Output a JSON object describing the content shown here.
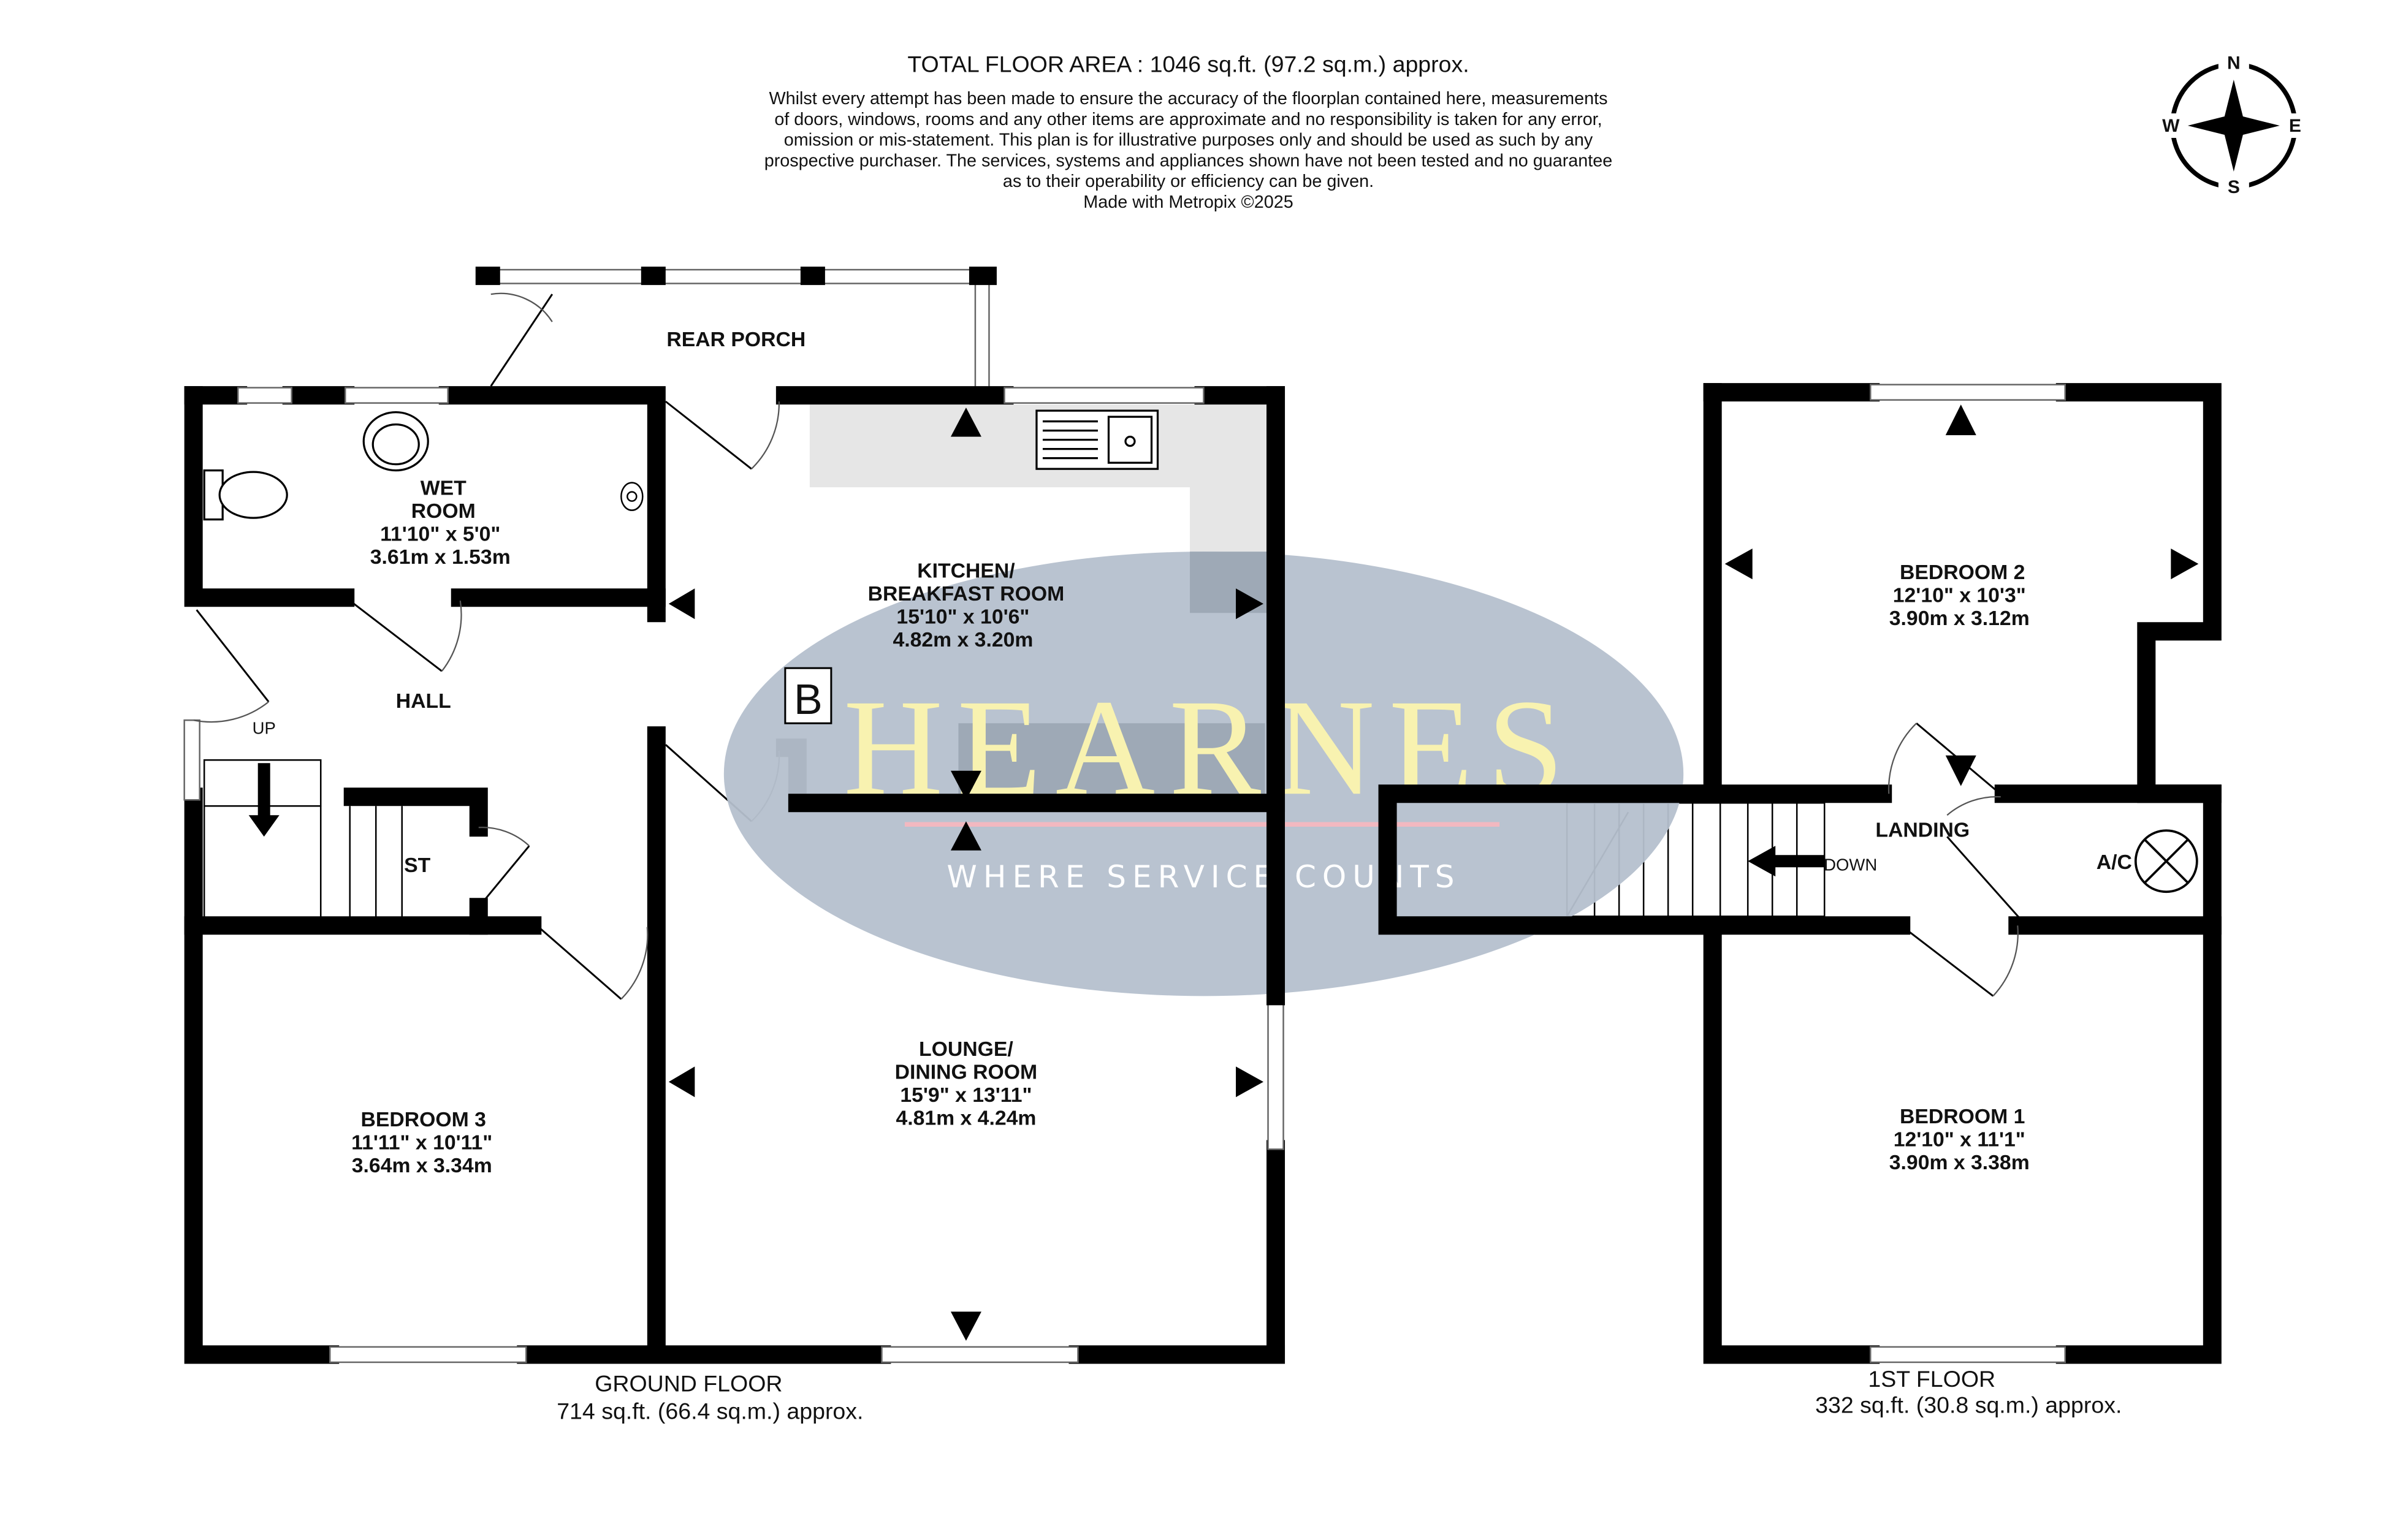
{
  "header": {
    "total_area": "TOTAL FLOOR AREA : 1046 sq.ft. (97.2 sq.m.) approx.",
    "disclaimer": [
      "Whilst every attempt has been made to ensure the accuracy of the floorplan contained here, measurements",
      "of doors, windows, rooms and any other items are approximate and no responsibility is taken for any error,",
      "omission or mis-statement. This plan is for illustrative purposes only and should be used as such by any",
      "prospective purchaser. The services, systems and appliances shown have not been tested and no guarantee",
      "as to their operability or efficiency can be given."
    ],
    "credit": "Made with Metropix ©2025"
  },
  "compass": {
    "n": "N",
    "s": "S",
    "e": "E",
    "w": "W"
  },
  "watermark": {
    "brand": "HEARNES",
    "tagline": "WHERE SERVICE COUNTS",
    "fill": "#b5c0cd",
    "brand_color": "#f8f2b0",
    "line_color": "#f2b8c0"
  },
  "ground_floor": {
    "title": "GROUND FLOOR",
    "area": "714 sq.ft. (66.4 sq.m.) approx.",
    "rooms": {
      "rear_porch": {
        "name": "REAR PORCH"
      },
      "wet_room": {
        "name1": "WET",
        "name2": "ROOM",
        "imperial": "11'10\"  x 5'0\"",
        "metric": "3.61m  x 1.53m"
      },
      "kitchen": {
        "name1": "KITCHEN/",
        "name2": "BREAKFAST ROOM",
        "imperial": "15'10\"  x 10'6\"",
        "metric": "4.82m  x 3.20m"
      },
      "hall": {
        "name": "HALL"
      },
      "store": {
        "name": "ST"
      },
      "lounge": {
        "name1": "LOUNGE/",
        "name2": "DINING ROOM",
        "imperial": "15'9\"  x 13'11\"",
        "metric": "4.81m  x 4.24m"
      },
      "bedroom3": {
        "name": "BEDROOM 3",
        "imperial": "11'11\"  x 10'11\"",
        "metric": "3.64m  x 3.34m"
      }
    },
    "stairs_label": "UP",
    "boiler_label": "B"
  },
  "first_floor": {
    "title": "1ST FLOOR",
    "area": "332 sq.ft. (30.8 sq.m.) approx.",
    "rooms": {
      "bedroom2": {
        "name": "BEDROOM 2",
        "imperial": "12'10\"  x 10'3\"",
        "metric": "3.90m  x 3.12m"
      },
      "landing": {
        "name": "LANDING"
      },
      "bedroom1": {
        "name": "BEDROOM 1",
        "imperial": "12'10\"  x 11'1\"",
        "metric": "3.90m  x 3.38m"
      }
    },
    "stairs_label": "DOWN",
    "airing_cupboard": "A/C"
  }
}
